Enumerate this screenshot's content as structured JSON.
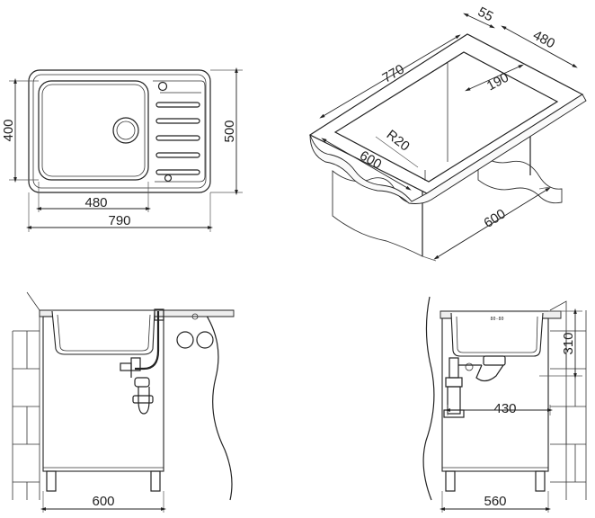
{
  "top_view": {
    "bowl_width": "480",
    "overall_width": "790",
    "bowl_height": "400",
    "overall_height": "500"
  },
  "iso_view": {
    "cutout_length": "770",
    "edge_offset": "55",
    "cutout_width": "480",
    "corner_radius_inner": "190",
    "corner_radius": "R20",
    "cabinet_width": "600",
    "cabinet_depth": "600"
  },
  "front_view": {
    "cabinet_width": "600"
  },
  "side_view": {
    "bowl_depth": "310",
    "drain_offset": "430",
    "cabinet_depth": "560",
    "bowl_marking": "80-80"
  }
}
